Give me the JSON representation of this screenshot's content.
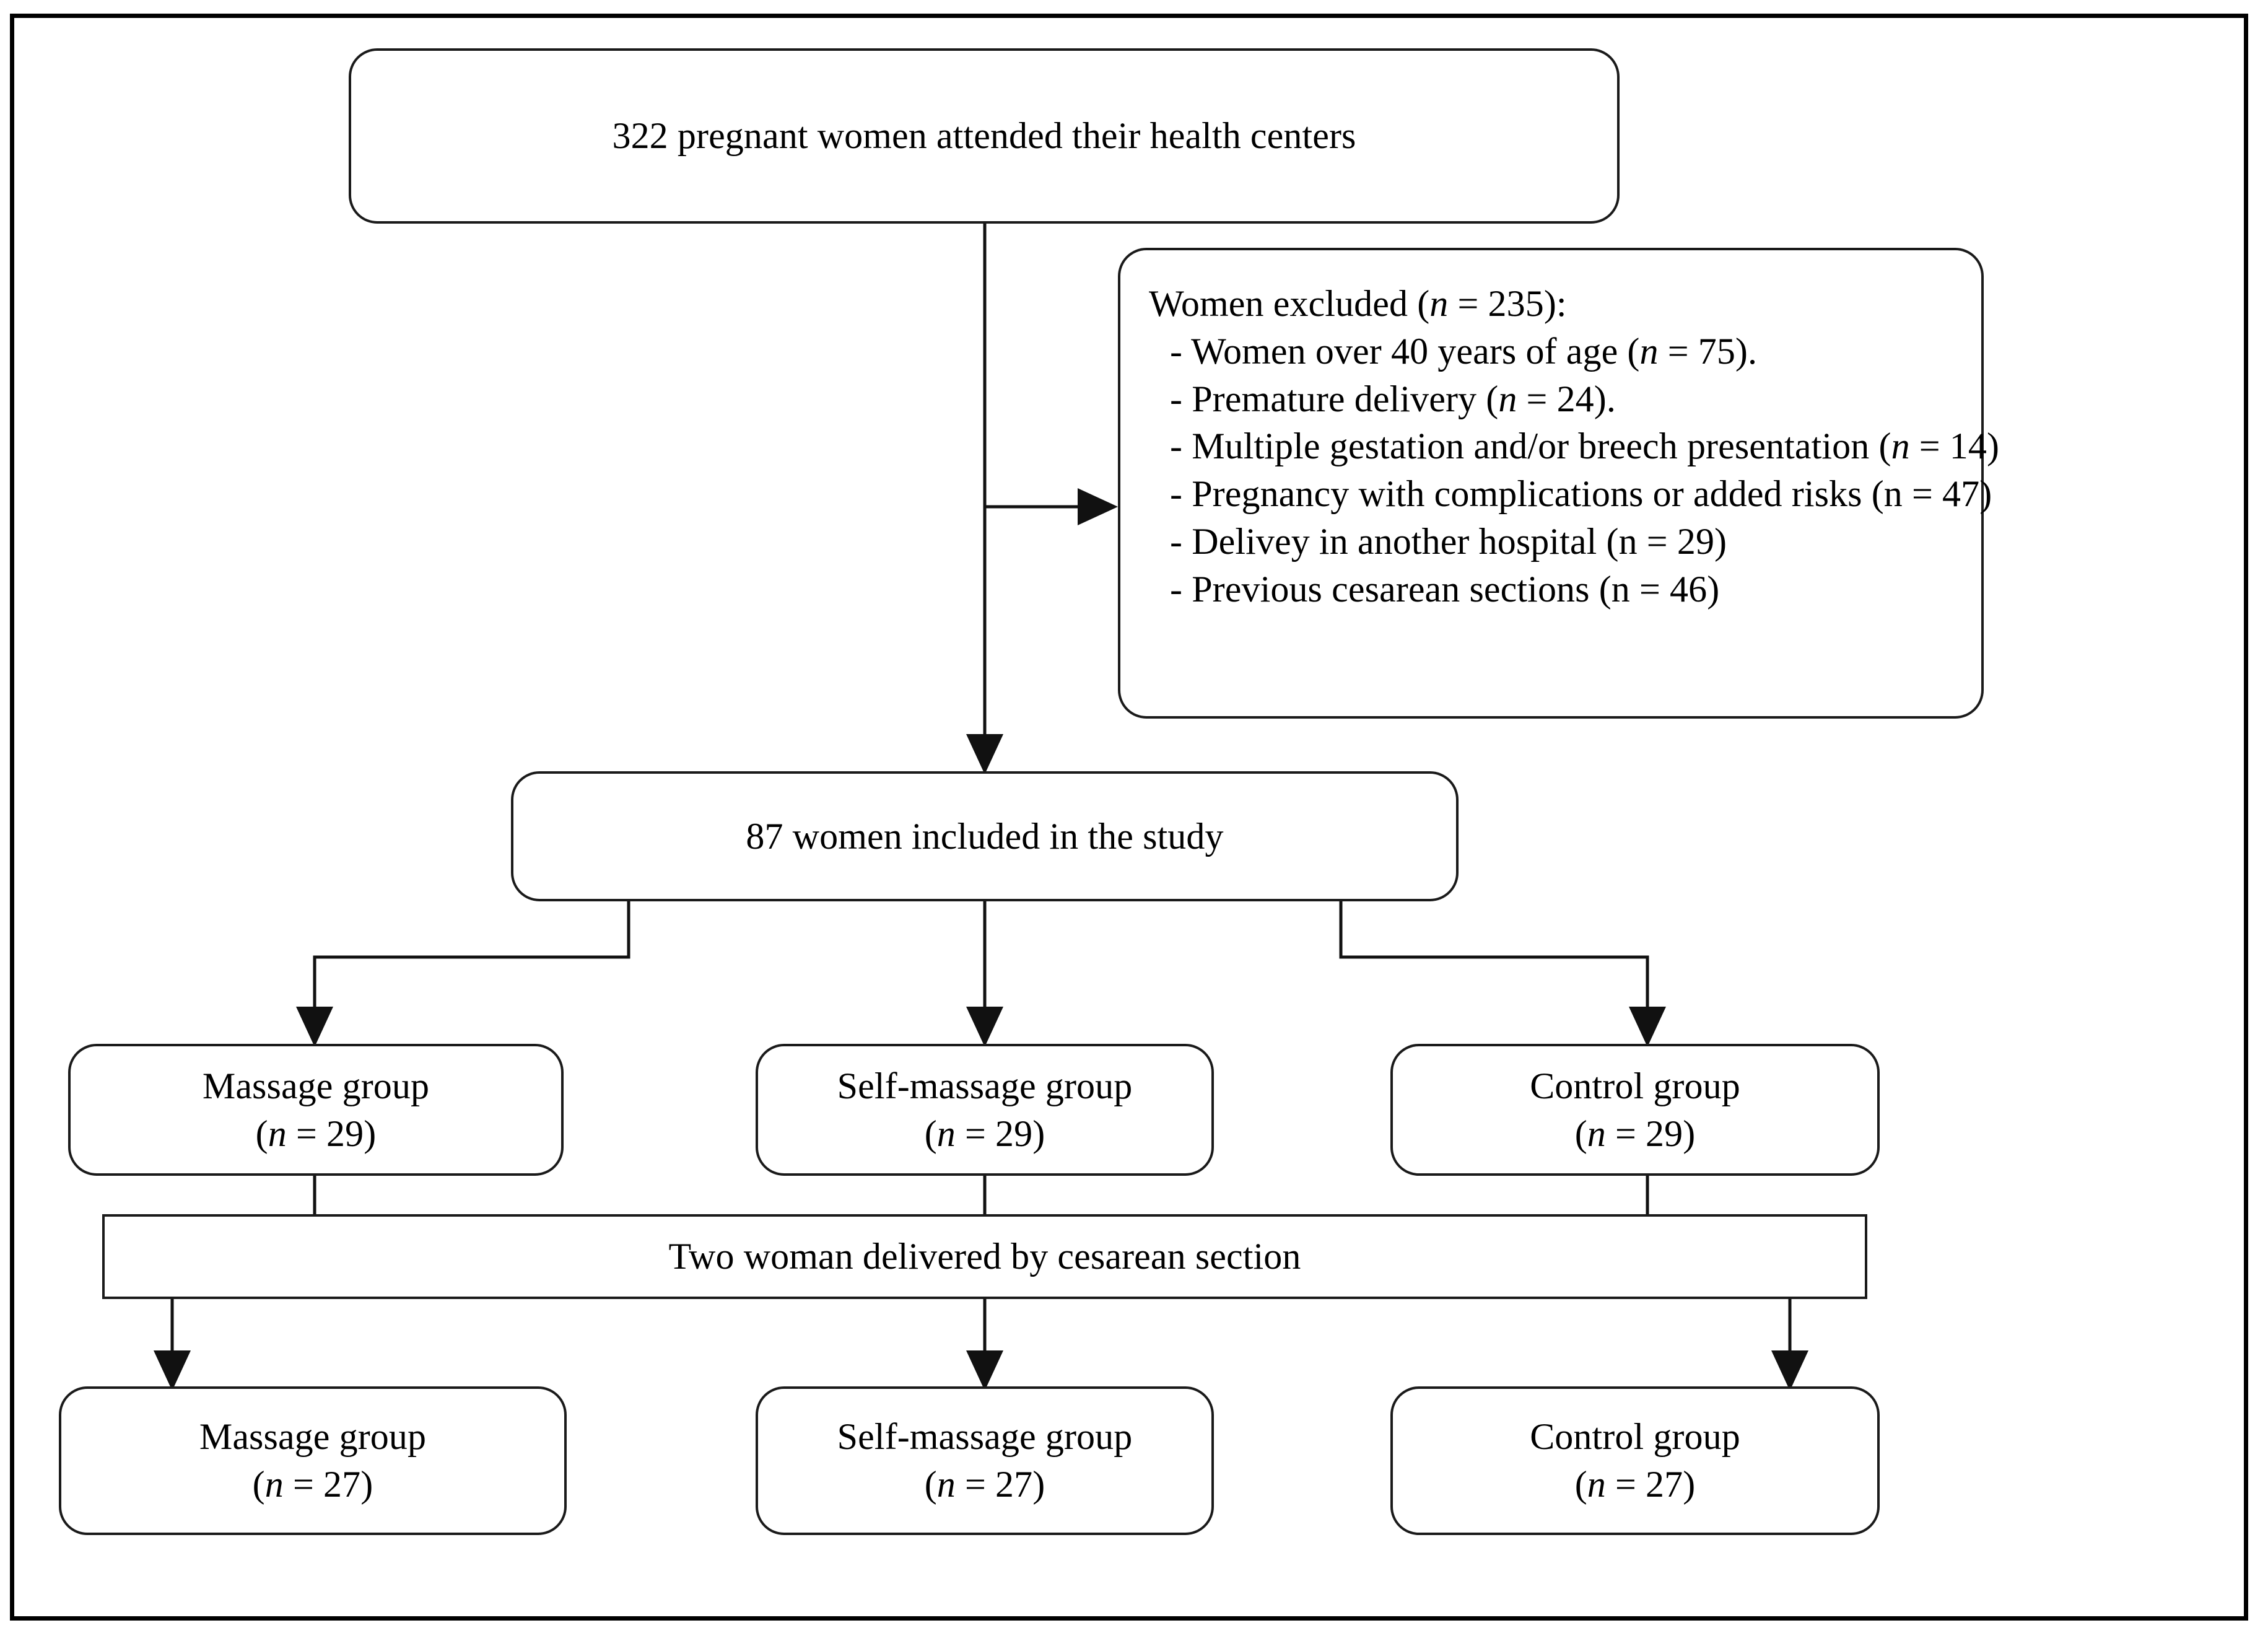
{
  "figure": {
    "type": "flowchart",
    "title": "CONSORT-style participant flow diagram",
    "border_color": "#000000",
    "node_border_color": "#1a1a1a",
    "background": "#ffffff"
  },
  "nodes": {
    "enrollment": {
      "label": "322 pregnant women attended their health centers",
      "count": 322
    },
    "excluded": {
      "heading_prefix": "Women excluded (",
      "heading_n_symbol": "n",
      "heading_eq": " = 235):",
      "total": 235,
      "items": [
        {
          "dash": "-",
          "text_before": "Women over 40 years of age (",
          "n_symbol": "n",
          "n_italic": true,
          "text_after": " = 75).",
          "count": 75
        },
        {
          "dash": "-",
          "text_before": "Premature delivery (",
          "n_symbol": "n",
          "n_italic": true,
          "text_after": " = 24).",
          "count": 24
        },
        {
          "dash": "-",
          "text_before": "Multiple gestation and/or breech presentation (",
          "n_symbol": "n",
          "n_italic": true,
          "text_after": " = 14)",
          "count": 14
        },
        {
          "dash": "-",
          "text_before": "Pregnancy with complications or added risks (",
          "n_symbol": "n",
          "n_italic": false,
          "text_after": " = 47)",
          "count": 47
        },
        {
          "dash": "-",
          "text_before": "Delivey in another hospital (",
          "n_symbol": "n",
          "n_italic": false,
          "text_after": " = 29)",
          "count": 29
        },
        {
          "dash": "-",
          "text_before": "Previous cesarean sections (",
          "n_symbol": "n",
          "n_italic": false,
          "text_after": " = 46)",
          "count": 46
        }
      ]
    },
    "included": {
      "label": "87 women included in the study",
      "count": 87
    },
    "allocation": [
      {
        "name": "Massage group",
        "n_symbol": "n",
        "n_text": " = 29)",
        "paren": "(",
        "count": 29
      },
      {
        "name": "Self-massage group",
        "n_symbol": "n",
        "n_text": " = 29)",
        "paren": "(",
        "count": 29
      },
      {
        "name": "Control group",
        "n_symbol": "n",
        "n_text": " = 29)",
        "paren": "(",
        "count": 29
      }
    ],
    "attrition": {
      "label": "Two woman delivered by cesarean section",
      "count": 2
    },
    "analysis": [
      {
        "name": "Massage group",
        "n_symbol": "n",
        "n_text": " = 27)",
        "paren": "(",
        "count": 27
      },
      {
        "name": "Self-massage group",
        "n_symbol": "n",
        "n_text": " = 27)",
        "paren": "(",
        "count": 27
      },
      {
        "name": "Control group",
        "n_symbol": "n",
        "n_text": " = 27)",
        "paren": "(",
        "count": 27
      }
    ]
  }
}
